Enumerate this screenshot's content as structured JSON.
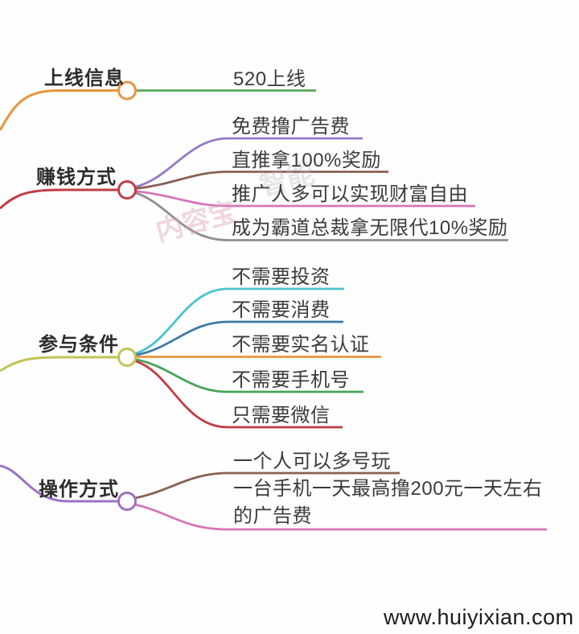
{
  "mindmap": {
    "nodes": [
      {
        "label": "上线信息",
        "color": "#E6953E",
        "children": [
          {
            "label": "520上线",
            "color": "#5AA75C"
          }
        ]
      },
      {
        "label": "赚钱方式",
        "color": "#C23C46",
        "children": [
          {
            "label": "免费撸广告费",
            "color": "#9678C6"
          },
          {
            "label": "直推拿100%奖励",
            "color": "#8A6054"
          },
          {
            "label": "推广人多可以实现财富自由",
            "color": "#D674B8"
          },
          {
            "label": "成为霸道总裁拿无限代10%奖励",
            "color": "#8E8E8E"
          }
        ]
      },
      {
        "label": "参与条件",
        "color": "#C2C355",
        "children": [
          {
            "label": "不需要投资",
            "color": "#4AC3CD"
          },
          {
            "label": "不需要消费",
            "color": "#3D7AA6"
          },
          {
            "label": "不需要实名认证",
            "color": "#E6953E"
          },
          {
            "label": "不需要手机号",
            "color": "#47A556"
          },
          {
            "label": "只需要微信",
            "color": "#C23C46"
          }
        ]
      },
      {
        "label": "操作方式",
        "color": "#9C71C4",
        "children": [
          {
            "label": "一个人可以多号玩",
            "color": "#8A6054"
          },
          {
            "label_lines": [
              "一台手机一天最高撸200元一天左右",
              "的广告费"
            ],
            "color": "#D674B8"
          }
        ]
      }
    ],
    "background_watermarks": [
      {
        "text": "内容宝"
      },
      {
        "text": "智能"
      }
    ],
    "footer": {
      "site": "www.huiyixian.com"
    }
  }
}
